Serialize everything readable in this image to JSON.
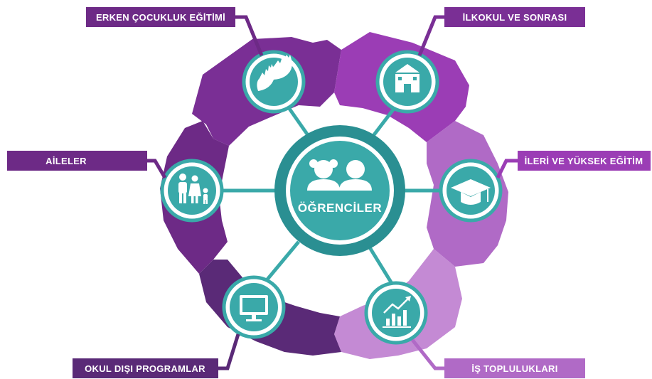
{
  "center": {
    "label": "ÖĞRENCİLER",
    "icon": "students-icon"
  },
  "nodes": [
    {
      "key": "early",
      "label": "ERKEN ÇOCUKLUK EĞİTİMİ",
      "icon": "hands-icon"
    },
    {
      "key": "primary",
      "label": "İLKOKUL VE SONRASI",
      "icon": "school-building-icon"
    },
    {
      "key": "higher",
      "label": "İLERİ VE YÜKSEK EĞİTİM",
      "icon": "graduation-cap-icon"
    },
    {
      "key": "business",
      "label": "İŞ TOPLULUKLARI",
      "icon": "growth-chart-icon"
    },
    {
      "key": "afterschool",
      "label": "OKUL DIŞI PROGRAMLAR",
      "icon": "monitor-icon"
    },
    {
      "key": "families",
      "label": "AİLELER",
      "icon": "family-icon"
    }
  ],
  "colors": {
    "teal": "#3aa9a9",
    "teal_dark": "#2a8f92",
    "teal_ring": "#5cc5c3",
    "purple_dark": "#5a2a77",
    "purple_mid": "#7a2f95",
    "purple_bright": "#9b3db5",
    "purple_light": "#b06ac6",
    "purple_pale": "#c48ad4"
  }
}
